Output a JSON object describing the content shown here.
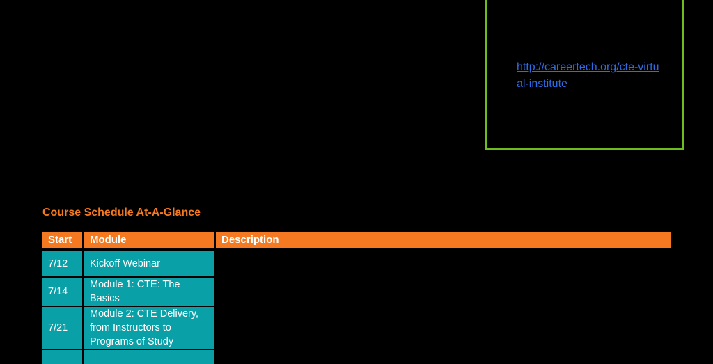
{
  "link": {
    "text": "http://careertech.org/cte-virtual-institute"
  },
  "schedule": {
    "title": "Course Schedule At-A-Glance",
    "headers": {
      "start": "Start",
      "module": "Module",
      "description": "Description"
    },
    "rows": [
      {
        "start": "7/12",
        "module": "Kickoff Webinar",
        "description": ""
      },
      {
        "start": "7/14",
        "module": "Module 1: CTE: The Basics",
        "description": ""
      },
      {
        "start": "7/21",
        "module": "Module 2: CTE Delivery, from Instructors to Programs of Study",
        "description": ""
      },
      {
        "start": "",
        "module": "",
        "description": ""
      }
    ]
  },
  "colors": {
    "accent_orange": "#f47920",
    "table_teal": "#0aa0a8",
    "box_border_green": "#6cbe1f",
    "link_blue": "#2e6be6",
    "background": "#000000"
  }
}
